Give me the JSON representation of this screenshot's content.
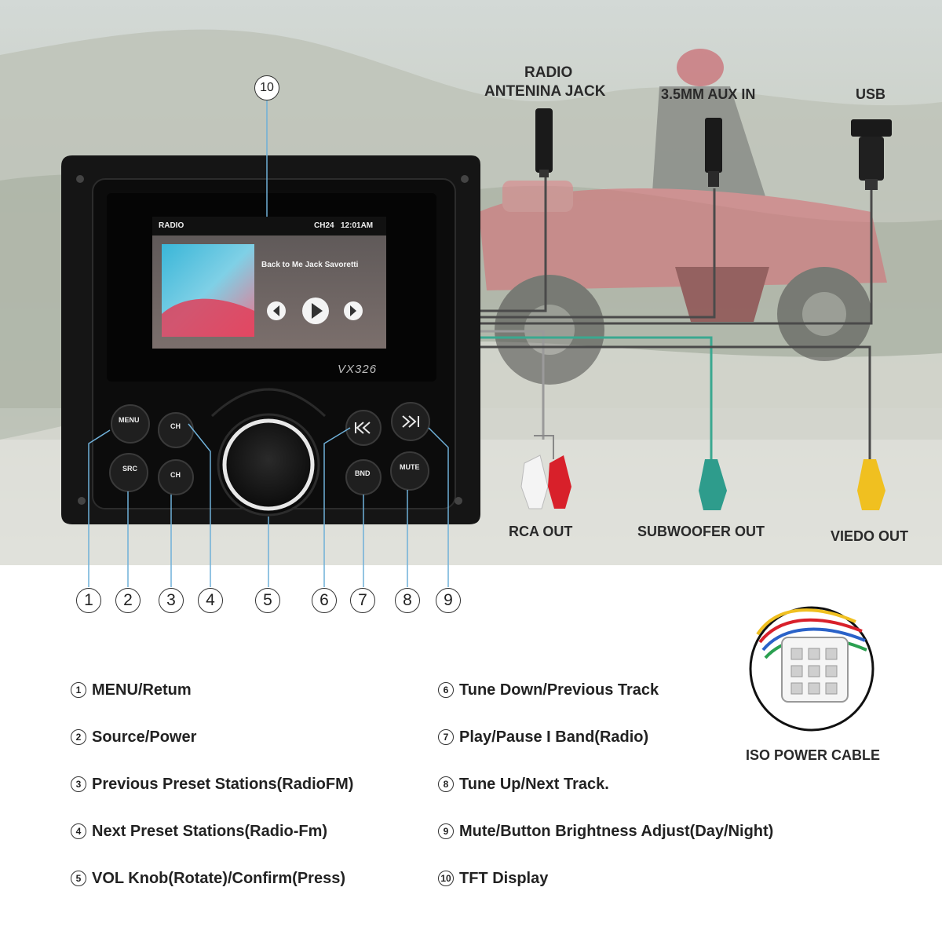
{
  "ports": {
    "radio_antenna": [
      "RADIO",
      "ANTENINA JACK"
    ],
    "aux_in": "3.5MM AUX IN",
    "usb": "USB",
    "rca_out": "RCA OUT",
    "subwoofer_out": "SUBWOOFER OUT",
    "video_out": "VIEDO OUT",
    "iso_power": "ISO POWER CABLE"
  },
  "screen": {
    "mode": "RADIO",
    "channel": "CH24",
    "time": "12:01AM",
    "track": "Back to Me Jack Savoretti"
  },
  "model": "VX326",
  "buttons": {
    "menu": "MENU",
    "src": "SRC",
    "ch_up": "CH",
    "ch_down": "CH",
    "band": "BND",
    "mute": "MUTE"
  },
  "callouts": [
    "1",
    "2",
    "3",
    "4",
    "5",
    "6",
    "7",
    "8",
    "9",
    "10"
  ],
  "legend": [
    {
      "n": "1",
      "text": "MENU/Retum"
    },
    {
      "n": "2",
      "text": "Source/Power"
    },
    {
      "n": "3",
      "text": "Previous Preset Stations(RadioFM)"
    },
    {
      "n": "4",
      "text": "Next Preset Stations(Radio-Fm)"
    },
    {
      "n": "5",
      "text": "VOL Knob(Rotate)/Confirm(Press)"
    },
    {
      "n": "6",
      "text": "Tune Down/Previous Track"
    },
    {
      "n": "7",
      "text": "Play/Pause I Band(Radio)"
    },
    {
      "n": "8",
      "text": "Tune Up/Next Track."
    },
    {
      "n": "9",
      "text": "Mute/Button Brightness Adjust(Day/Night)"
    },
    {
      "n": "10",
      "text": "TFT Display"
    }
  ],
  "colors": {
    "sky": "#dfe6ea",
    "hill": "#b9bfb3",
    "atv": "#e08080",
    "panel": "#141414",
    "rca_white": "#f2f2f2",
    "rca_red": "#d8202a",
    "subwoofer_green": "#2e9c8c",
    "video_yellow": "#f0c020",
    "callout_line": "#6fb0d8"
  }
}
